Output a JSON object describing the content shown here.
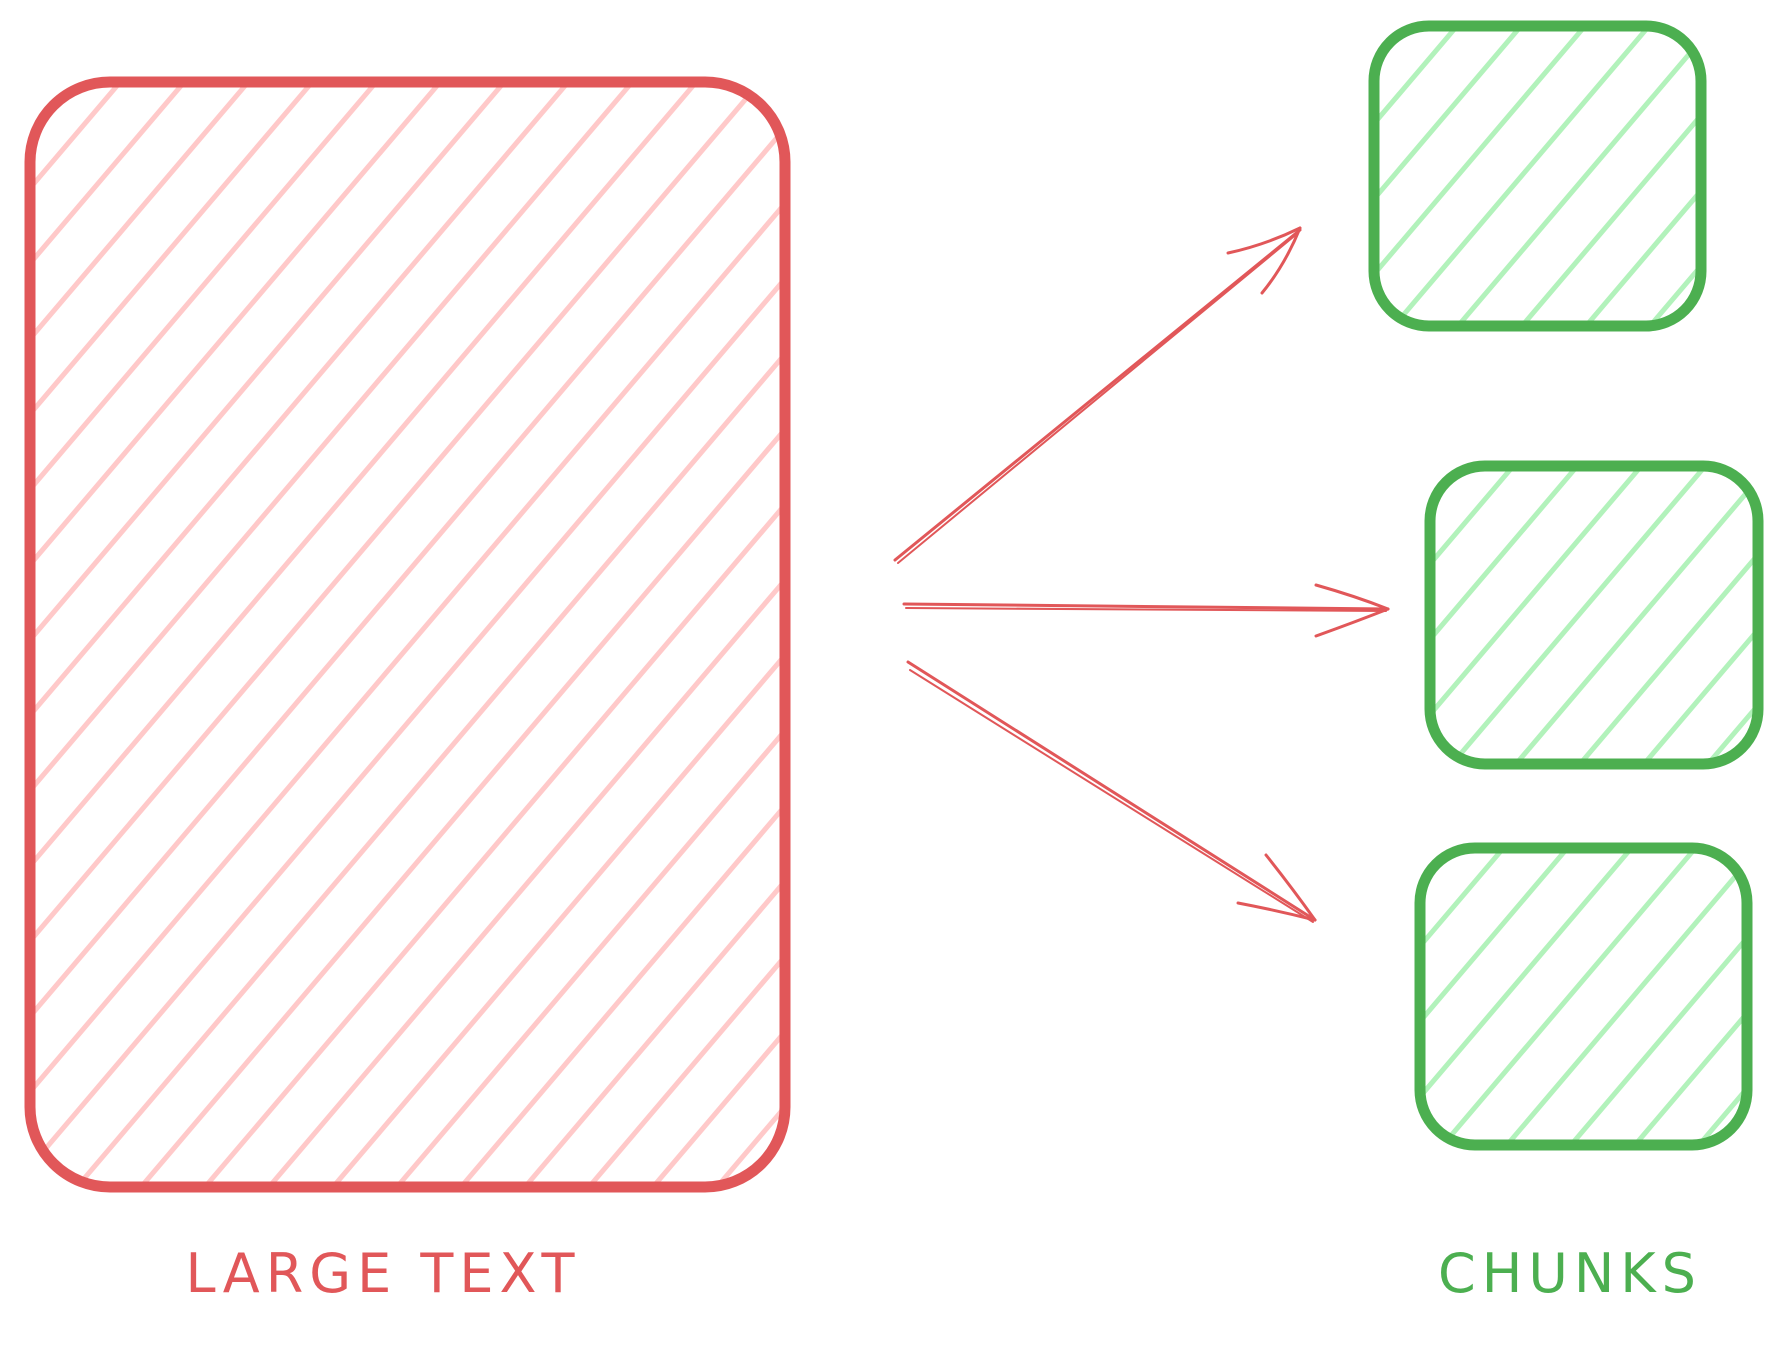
{
  "labels": {
    "source": "LARGE TEXT",
    "target": "CHUNKS"
  },
  "colors": {
    "source_stroke": "#e15759",
    "source_hatch": "#ffc9c9",
    "chunk_stroke": "#4caf50",
    "chunk_hatch": "#b2f2bb",
    "arrow": "#e15759"
  },
  "nodes": [
    {
      "id": "large-text",
      "role": "source"
    },
    {
      "id": "chunk-1",
      "role": "target"
    },
    {
      "id": "chunk-2",
      "role": "target"
    },
    {
      "id": "chunk-3",
      "role": "target"
    }
  ],
  "edges": [
    {
      "from": "large-text",
      "to": "chunk-1"
    },
    {
      "from": "large-text",
      "to": "chunk-2"
    },
    {
      "from": "large-text",
      "to": "chunk-3"
    }
  ]
}
